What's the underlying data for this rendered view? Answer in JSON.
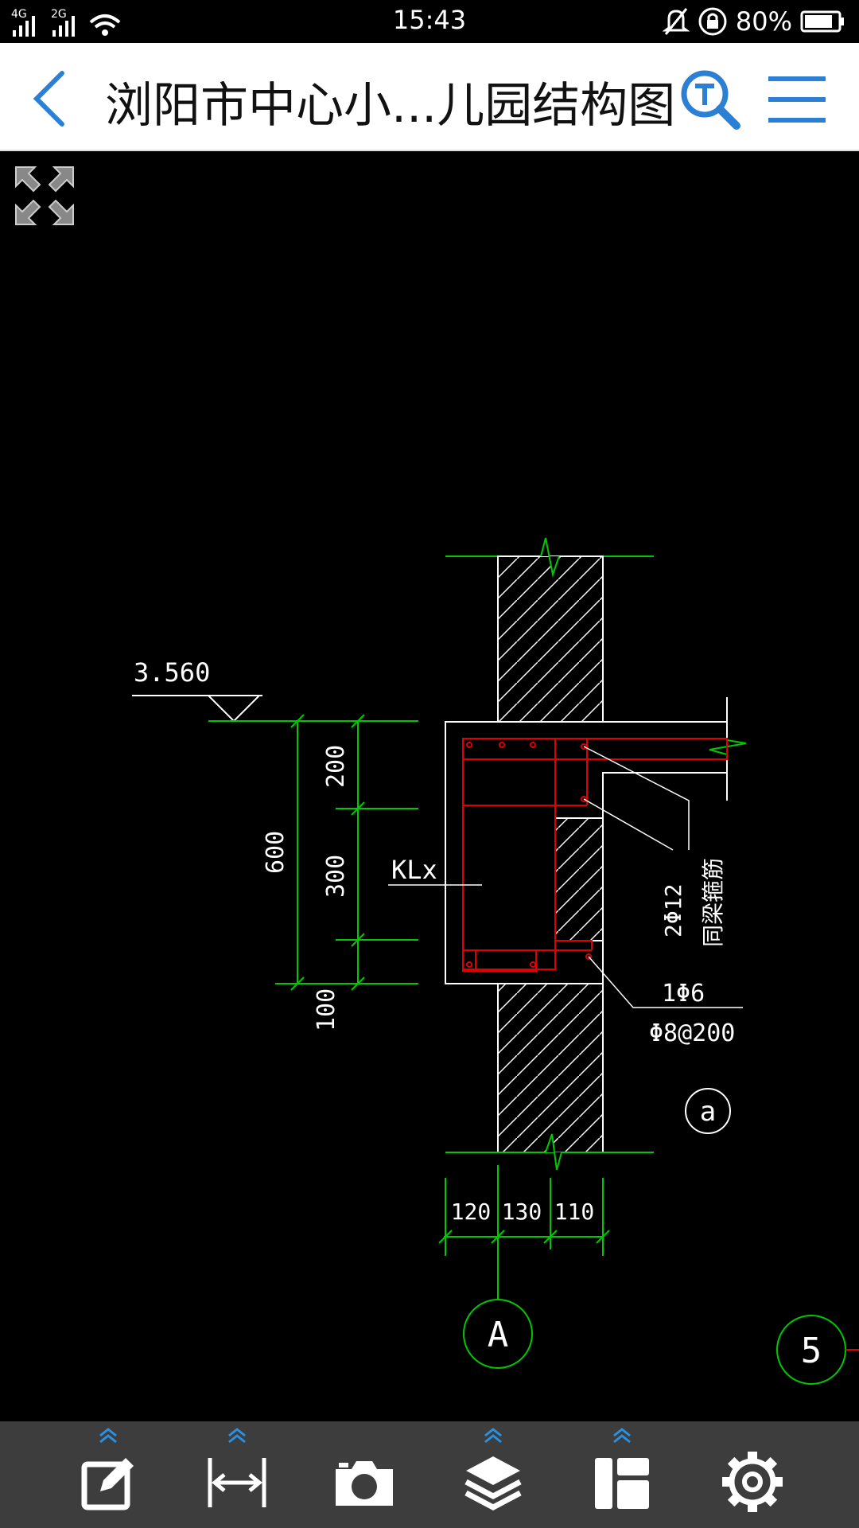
{
  "status_bar": {
    "time": "15:43",
    "network1": "4G",
    "network2": "2G",
    "battery": "80%"
  },
  "header": {
    "title": "浏阳市中心小...儿园结构图"
  },
  "drawing": {
    "elevation": "3.560",
    "dims_vertical": [
      "200",
      "300",
      "600",
      "100"
    ],
    "beam_label": "KLx",
    "rebar_top": "2Φ12",
    "rebar_top_note": "同梁箍筋",
    "rebar_bottom": "1Φ6",
    "stirrup": "Φ8@200",
    "section_mark": "a",
    "dims_horizontal": [
      "120",
      "130",
      "110"
    ],
    "axis_a": "A",
    "axis_5": "5"
  },
  "toolbar": {
    "items": [
      "edit-icon",
      "measure-icon",
      "camera-icon",
      "layers-icon",
      "layout-icon",
      "settings-icon"
    ]
  },
  "colors": {
    "accent": "#2b7fd4",
    "cad_green": "#00c800",
    "cad_red": "#e00000",
    "cad_white": "#ffffff"
  }
}
